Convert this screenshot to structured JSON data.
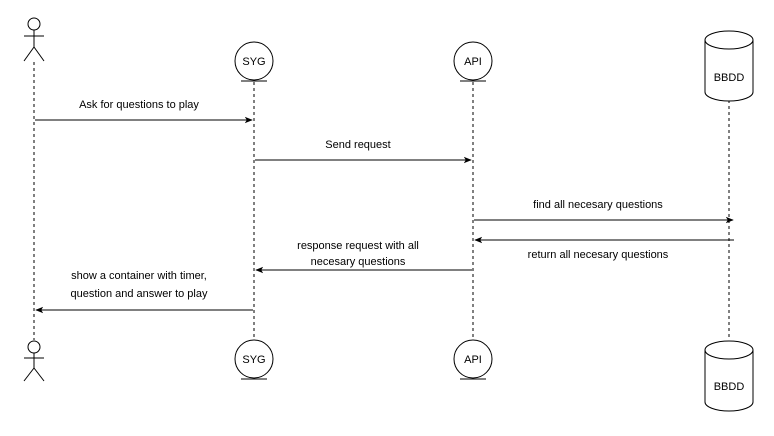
{
  "participants": {
    "user": {
      "label": ""
    },
    "syg": {
      "label": "SYG"
    },
    "api": {
      "label": "API"
    },
    "db": {
      "label": "BBDD"
    }
  },
  "messages": [
    {
      "id": "m1",
      "text": [
        "Ask for questions to play"
      ]
    },
    {
      "id": "m2",
      "text": [
        "Send request"
      ]
    },
    {
      "id": "m3",
      "text": [
        "find all necesary questions"
      ]
    },
    {
      "id": "m4",
      "text": [
        "return all necesary questions"
      ]
    },
    {
      "id": "m5",
      "text": [
        "response request with all",
        "necesary questions"
      ]
    },
    {
      "id": "m6",
      "text": [
        "show a container with timer,",
        "question and answer to play"
      ]
    }
  ],
  "colors": {
    "line": "#000000",
    "background": "#ffffff"
  }
}
